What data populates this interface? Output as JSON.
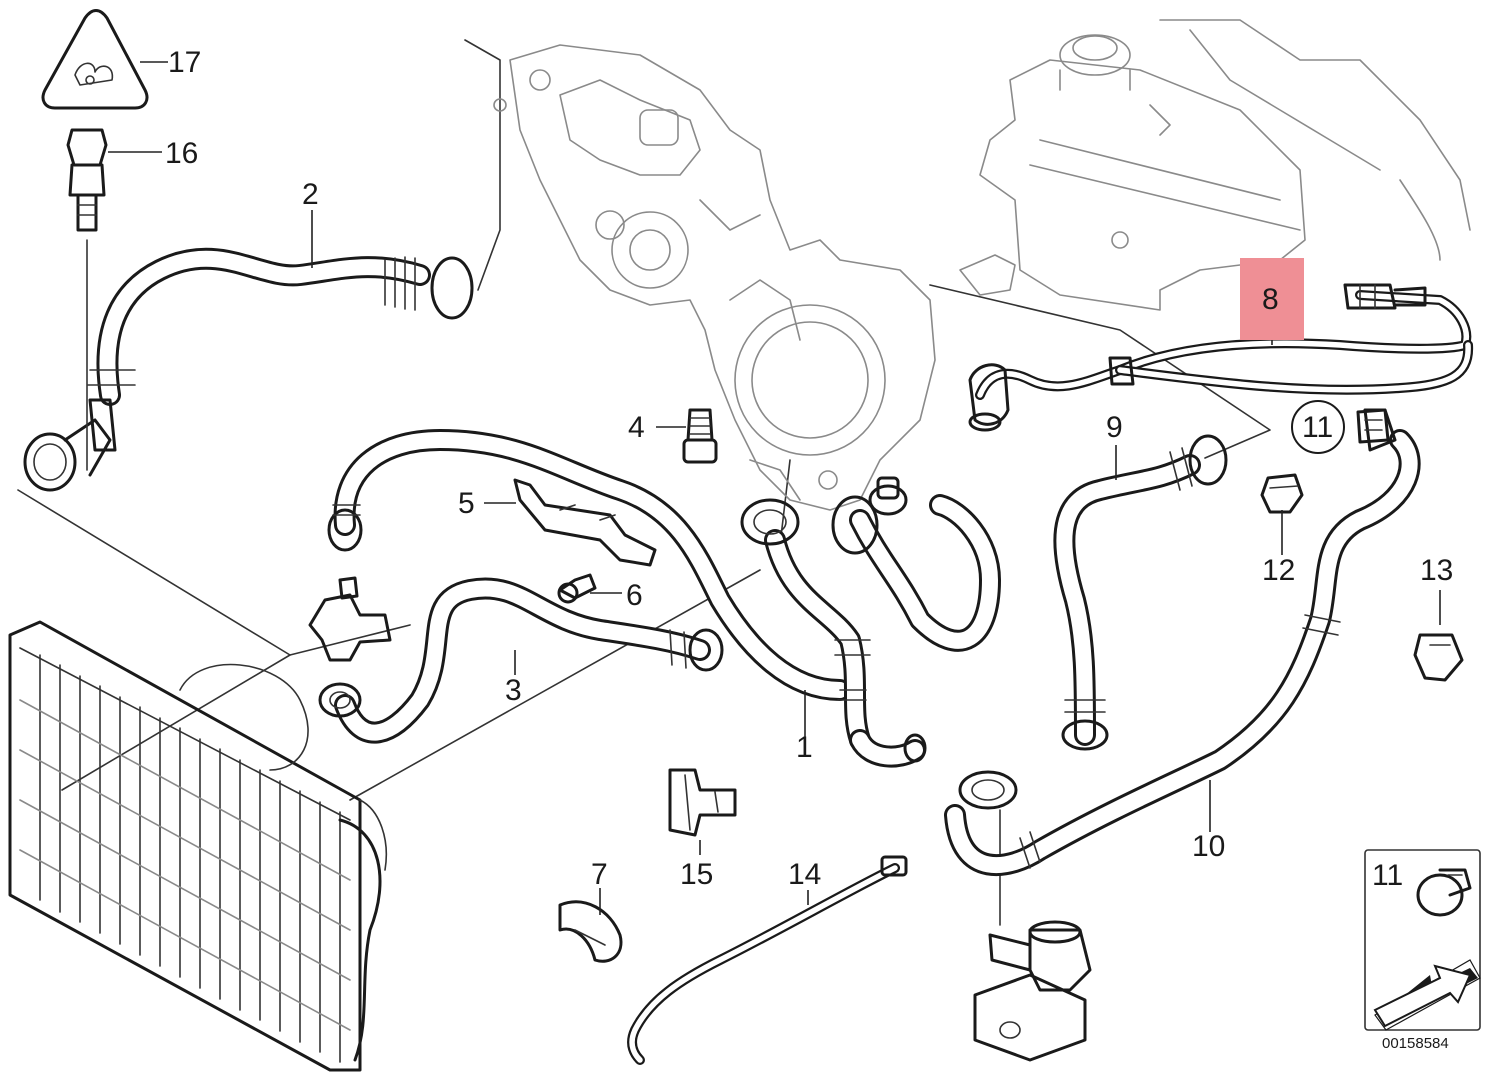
{
  "diagram": {
    "callouts": {
      "c1": "1",
      "c2": "2",
      "c3": "3",
      "c4": "4",
      "c5": "5",
      "c6": "6",
      "c7": "7",
      "c8": "8",
      "c9": "9",
      "c10": "10",
      "c11": "11",
      "c12": "12",
      "c13": "13",
      "c14": "14",
      "c15": "15",
      "c16": "16",
      "c17": "17",
      "inset11": "11"
    },
    "highlighted_part": "8",
    "reference_code": "00158584"
  },
  "colors": {
    "line": "#1a1a1a",
    "highlight": "#ef8f95",
    "background": "#ffffff"
  },
  "icons": [
    "warning-triangle-icon",
    "arrow-icon"
  ]
}
